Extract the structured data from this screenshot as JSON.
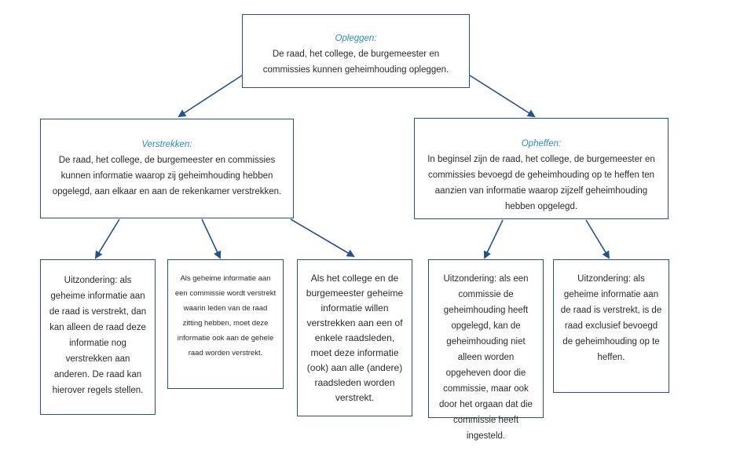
{
  "top": {
    "title": "Opleggen:",
    "text": "De raad, het college, de burgemeester en commissies kunnen geheimhouding opleggen."
  },
  "left": {
    "title": "Verstrekken:",
    "text": "De raad, het college, de burgemeester en commissies kunnen informatie waarop zij geheimhouding hebben opgelegd, aan elkaar en aan de rekenkamer verstrekken."
  },
  "right": {
    "title": "Opheffen:",
    "text": "In beginsel zijn de raad, het college, de burgemeester en commissies bevoegd de geheimhouding op te heffen ten aanzien van informatie waarop zijzelf geheimhouding hebben opgelegd."
  },
  "leaves": [
    "Uitzondering: als geheime informatie aan de raad is verstrekt, dan kan alleen de raad deze informatie nog verstrekken aan anderen. De raad kan hierover regels stellen.",
    "Als geheime informatie aan een commissie wordt verstrekt waarin leden van de raad zitting hebben, moet deze informatie ook aan de gehele raad worden verstrekt.",
    "Als het college en de burgemeester geheime informatie willen verstrekken aan een of enkele raadsleden, moet deze informatie (ook) aan alle (andere) raadsleden worden verstrekt.",
    "Uitzondering: als een commissie de geheimhouding heeft opgelegd, kan de geheimhouding niet alleen worden opgeheven door die commissie, maar ook door het orgaan dat die commissie heeft ingesteld.",
    "Uitzondering: als geheime informatie aan de raad is verstrekt, is de raad exclusief bevoegd de geheimhouding op te heffen."
  ],
  "colors": {
    "border": "#24518f",
    "title": "#2e8cc0",
    "arrow": "#24518f"
  }
}
